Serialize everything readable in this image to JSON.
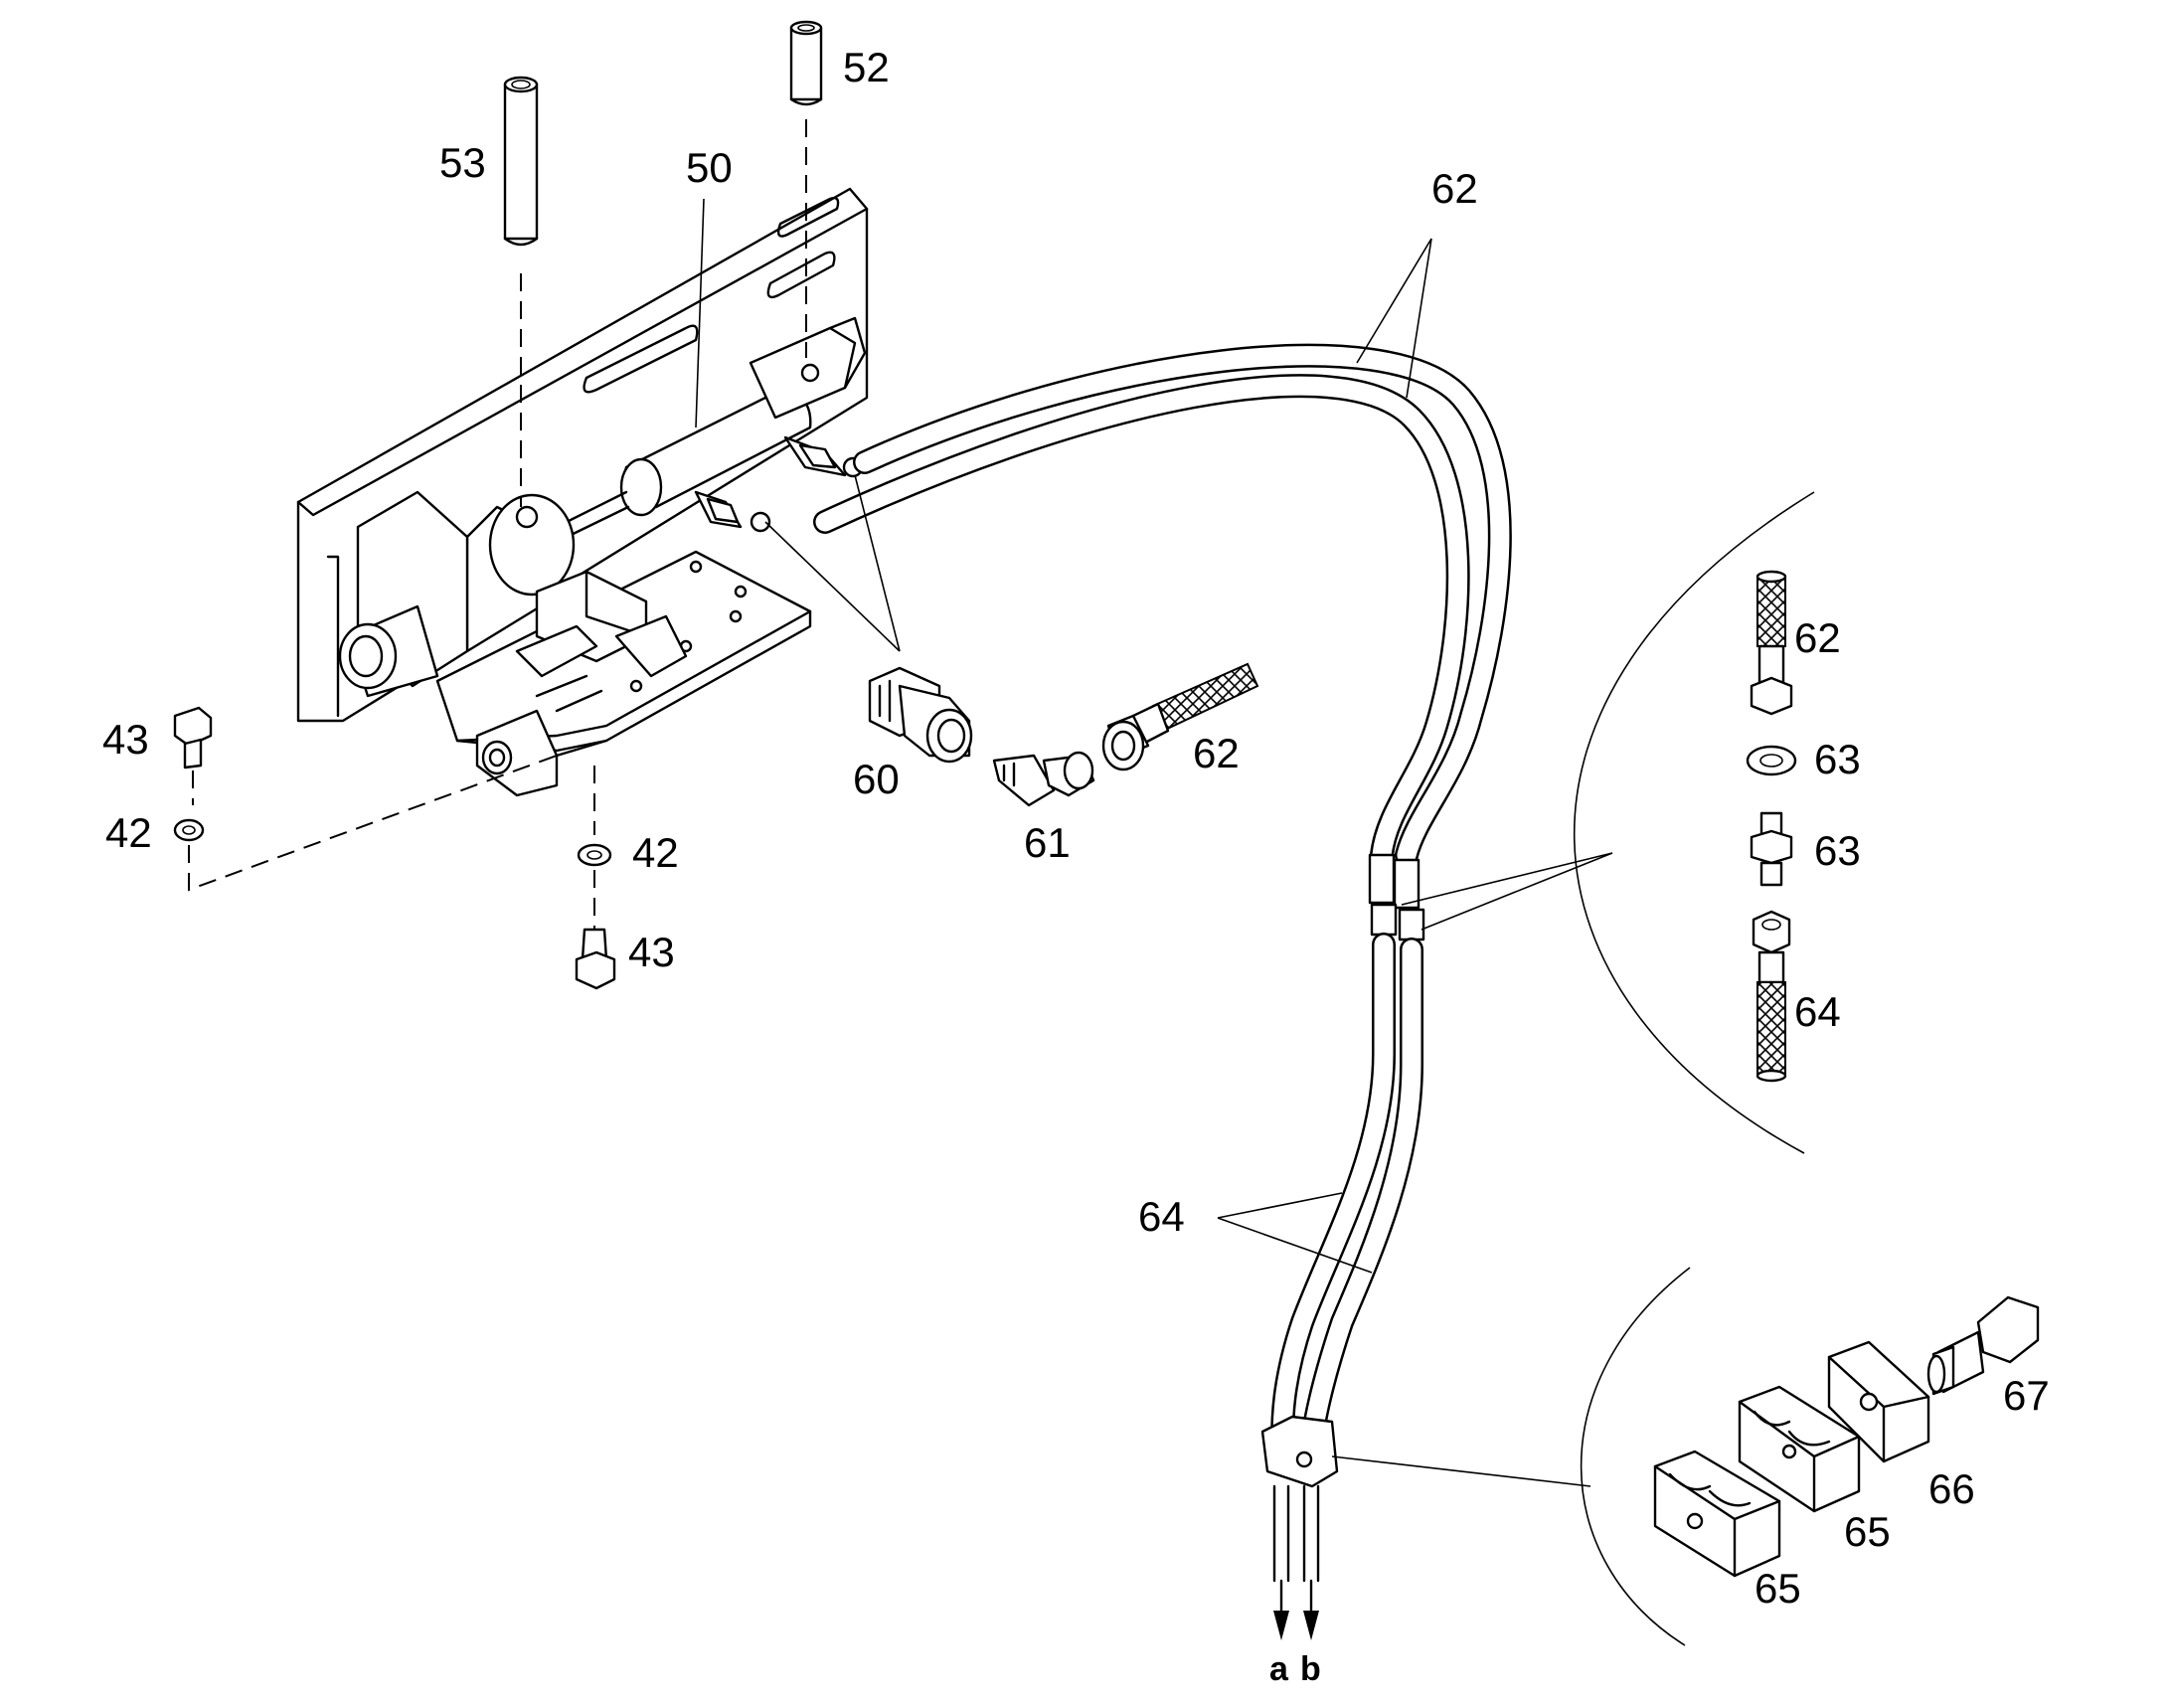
{
  "labels": {
    "p53": "53",
    "p52": "52",
    "p50": "50",
    "p62_top": "62",
    "p43_left": "43",
    "p42_left": "42",
    "p42_mid": "42",
    "p43_mid": "43",
    "p60": "60",
    "p61": "61",
    "p62_mid": "62",
    "p62_detail": "62",
    "p63_nut": "63",
    "p63_nipple": "63",
    "p64_detail": "64",
    "p64_main": "64",
    "p67": "67",
    "p66": "66",
    "p65_upper": "65",
    "p65_lower": "65",
    "flow_a": "a",
    "flow_b": "b"
  }
}
